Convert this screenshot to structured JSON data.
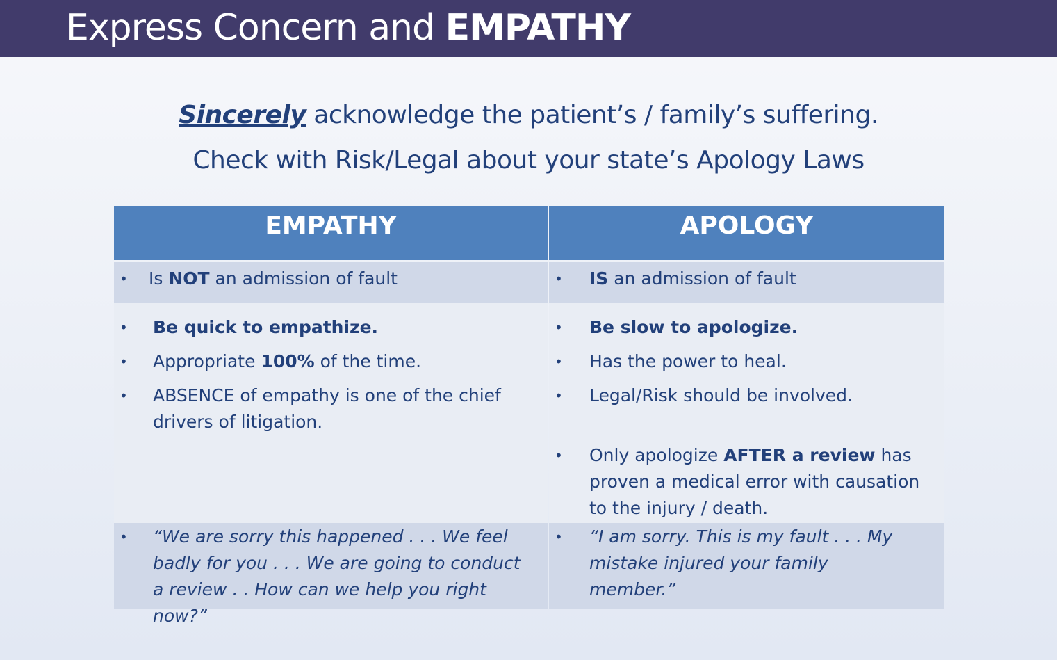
{
  "header": {
    "title_regular": "Express Concern and ",
    "title_bold": "EMPATHY"
  },
  "subtitle": {
    "line1_emph": "Sincerely",
    "line1_rest": " acknowledge the patient’s / family’s suffering.",
    "line2": "Check with Risk/Legal about your state’s Apology Laws"
  },
  "table": {
    "headers": [
      "EMPATHY",
      "APOLOGY"
    ],
    "row1": {
      "left": {
        "a": "Is ",
        "b": "NOT",
        "c": " an admission of fault"
      },
      "right": {
        "b": "IS",
        "c": " an admission of fault"
      }
    },
    "row2": {
      "left": [
        {
          "b": "Be quick to empathize."
        },
        {
          "a": "Appropriate ",
          "b": "100%",
          "c": " of the time."
        },
        {
          "a": "ABSENCE of empathy is one of the chief drivers of litigation."
        }
      ],
      "right": [
        {
          "b": "Be slow to apologize."
        },
        {
          "a": "Has the power to heal."
        },
        {
          "a": "Legal/Risk should be involved."
        },
        {
          "a": "Only apologize ",
          "b": "AFTER a review",
          "c": " has proven a medical error with causation to the injury / death."
        }
      ]
    },
    "row3": {
      "left": " “We are sorry this happened . . .   We feel badly for you . . . We are going to conduct a review . . How can we help you right now?”",
      "right": "“I am sorry.  This is my fault . . . My mistake injured your family member.”"
    }
  }
}
